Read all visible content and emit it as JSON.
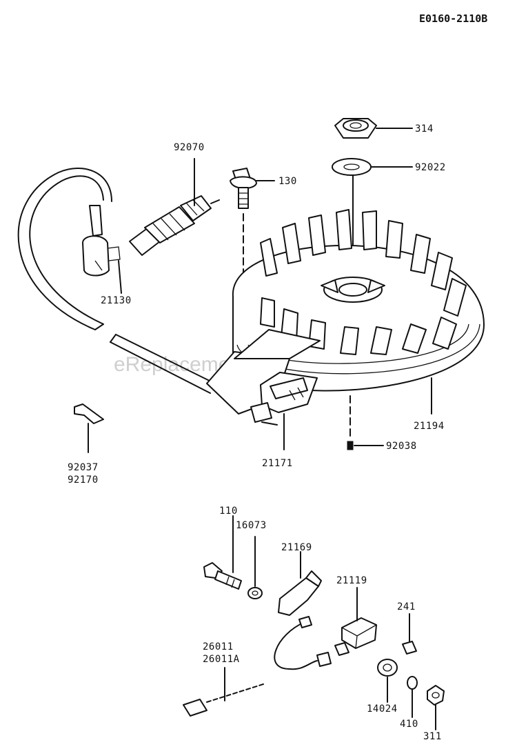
{
  "diagram_code": "E0160-2110B",
  "watermark": "eReplacementParts.com",
  "parts": {
    "p314": "314",
    "p92022": "92022",
    "p92070": "92070",
    "p130": "130",
    "p21130": "21130",
    "p21194": "21194",
    "p92038": "92038",
    "p21171": "21171",
    "p92037": "92037",
    "p92170": "92170",
    "p110": "110",
    "p16073": "16073",
    "p21169": "21169",
    "p21119": "21119",
    "p241": "241",
    "p26011": "26011",
    "p26011A": "26011A",
    "p14024": "14024",
    "p410": "410",
    "p311": "311"
  }
}
